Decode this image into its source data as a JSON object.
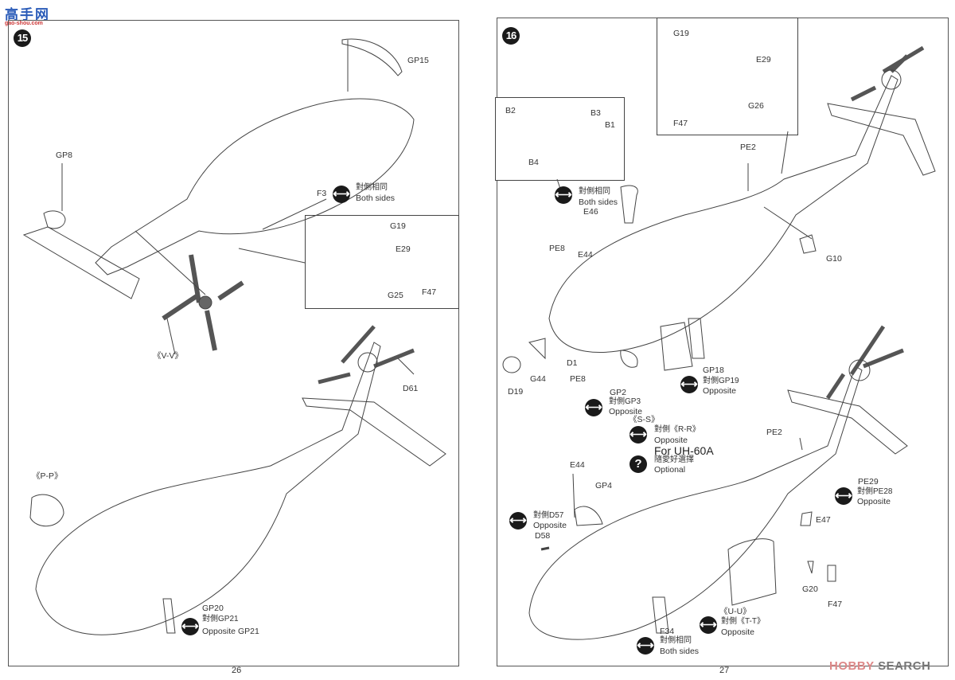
{
  "watermark_logo": {
    "text": "高手网",
    "sub": "gao-shou.com"
  },
  "watermark_bottom": {
    "part1": "HOBBY",
    "part2": "SEARCH"
  },
  "page_left": {
    "page_number": "26",
    "step": "15",
    "labels": {
      "gp15": "GP15",
      "gp8": "GP8",
      "f3": "F3",
      "both_cn": "對側相同",
      "both_en": "Both sides",
      "vv": "《V-V》",
      "d61": "D61",
      "pp": "《P-P》",
      "gp20": "GP20",
      "gp21_cn": "對側GP21",
      "gp21_en": "Opposite GP21"
    },
    "inset": {
      "g19": "G19",
      "e29": "E29",
      "f47": "F47",
      "g25": "G25"
    }
  },
  "page_right": {
    "page_number": "27",
    "step": "16",
    "inset_top": {
      "g19": "G19",
      "e29": "E29",
      "g26": "G26",
      "f47": "F47"
    },
    "inset_b": {
      "b2": "B2",
      "b3": "B3",
      "b1": "B1",
      "b4": "B4"
    },
    "labels": {
      "pe2_a": "PE2",
      "both1_cn": "對側相同",
      "both1_en": "Both sides",
      "e46": "E46",
      "pe8_a": "PE8",
      "e44_a": "E44",
      "g10": "G10",
      "d1": "D1",
      "g44": "G44",
      "pe8_b": "PE8",
      "d19": "D19",
      "gp18": "GP18",
      "gp19_cn": "對側GP19",
      "gp19_en": "Opposite",
      "gp2": "GP2",
      "gp3_cn": "對側GP3",
      "gp3_en": "Opposite",
      "ss": "《S-S》",
      "rr_cn": "對側《R-R》",
      "rr_en": "Opposite",
      "uh60a": "For UH-60A",
      "opt_cn": "隨愛好選擇",
      "opt_en": "Optional",
      "pe2_b": "PE2",
      "e44_b": "E44",
      "gp4": "GP4",
      "pe29": "PE29",
      "pe28_cn": "對側PE28",
      "pe28_en": "Opposite",
      "d57_cn": "對側D57",
      "d57_en": "Opposite",
      "d58": "D58",
      "e47": "E47",
      "g20": "G20",
      "f47": "F47",
      "uu": "《U-U》",
      "tt_cn": "對側《T-T》",
      "tt_en": "Opposite",
      "f34": "F34",
      "both2_cn": "對側相同",
      "both2_en": "Both sides"
    }
  },
  "icons": {
    "both_sides": "double-arrow-icon",
    "optional": "question-icon",
    "step": "step-number-badge"
  }
}
